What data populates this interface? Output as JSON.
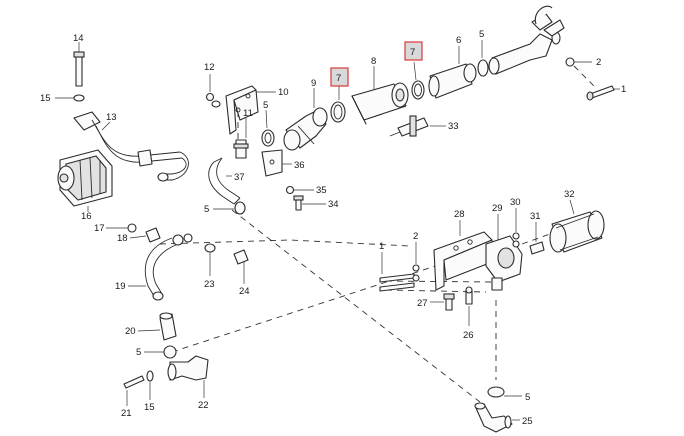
{
  "callouts": [
    {
      "id": "c14",
      "label": "14"
    },
    {
      "id": "c15a",
      "label": "15"
    },
    {
      "id": "c13",
      "label": "13"
    },
    {
      "id": "c16",
      "label": "16"
    },
    {
      "id": "c12",
      "label": "12"
    },
    {
      "id": "c10",
      "label": "10"
    },
    {
      "id": "c11",
      "label": "11"
    },
    {
      "id": "c5a",
      "label": "5"
    },
    {
      "id": "c9",
      "label": "9"
    },
    {
      "id": "c7a",
      "label": "7"
    },
    {
      "id": "c8",
      "label": "8"
    },
    {
      "id": "c7b",
      "label": "7"
    },
    {
      "id": "c6",
      "label": "6"
    },
    {
      "id": "c5b",
      "label": "5"
    },
    {
      "id": "c2a",
      "label": "2"
    },
    {
      "id": "c1a",
      "label": "1"
    },
    {
      "id": "c33",
      "label": "33"
    },
    {
      "id": "c36",
      "label": "36"
    },
    {
      "id": "c37",
      "label": "37"
    },
    {
      "id": "c35",
      "label": "35"
    },
    {
      "id": "c34",
      "label": "34"
    },
    {
      "id": "c5c",
      "label": "5"
    },
    {
      "id": "c17",
      "label": "17"
    },
    {
      "id": "c18",
      "label": "18"
    },
    {
      "id": "c23",
      "label": "23"
    },
    {
      "id": "c24",
      "label": "24"
    },
    {
      "id": "c19",
      "label": "19"
    },
    {
      "id": "c20",
      "label": "20"
    },
    {
      "id": "c5d",
      "label": "5"
    },
    {
      "id": "c21",
      "label": "21"
    },
    {
      "id": "c15b",
      "label": "15"
    },
    {
      "id": "c22",
      "label": "22"
    },
    {
      "id": "c28",
      "label": "28"
    },
    {
      "id": "c29",
      "label": "29"
    },
    {
      "id": "c30",
      "label": "30"
    },
    {
      "id": "c31",
      "label": "31"
    },
    {
      "id": "c32",
      "label": "32"
    },
    {
      "id": "c1b",
      "label": "1"
    },
    {
      "id": "c2b",
      "label": "2"
    },
    {
      "id": "c27",
      "label": "27"
    },
    {
      "id": "c26",
      "label": "26"
    },
    {
      "id": "c5e",
      "label": "5"
    },
    {
      "id": "c25",
      "label": "25"
    }
  ],
  "colors": {
    "line": "#2b2b2b",
    "highlight_border": "#d43a3a",
    "highlight_fill": "#d9d9d9",
    "background": "#ffffff"
  }
}
